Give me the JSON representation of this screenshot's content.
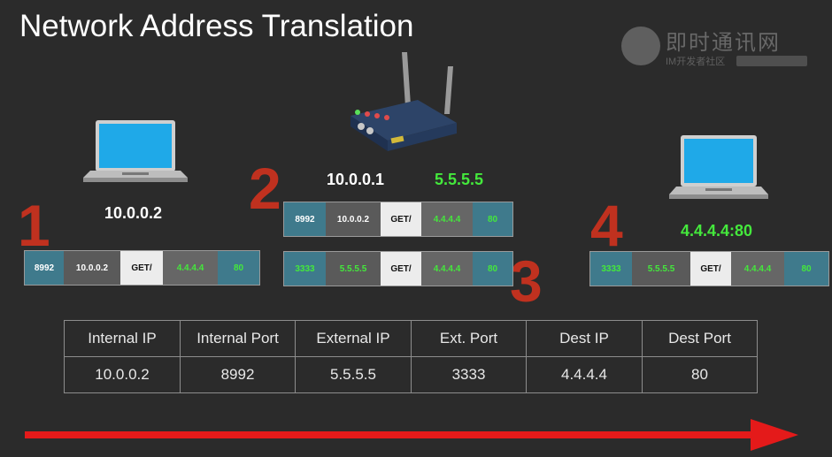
{
  "title": "Network Address Translation",
  "watermark": {
    "main": "即时通讯网",
    "sub": "IM开发者社区"
  },
  "steps": [
    "1",
    "2",
    "3",
    "4"
  ],
  "devices": {
    "left_laptop": {
      "icon": "laptop-icon",
      "ip": "10.0.0.2"
    },
    "router": {
      "icon": "router-icon",
      "internal_ip": "10.0.0.1",
      "external_ip": "5.5.5.5"
    },
    "right_laptop": {
      "icon": "laptop-icon",
      "ip": "4.4.4.4:80"
    }
  },
  "packets": {
    "p1": [
      "8992",
      "10.0.0.2",
      "GET/",
      "4.4.4.4",
      "80"
    ],
    "p2": [
      "8992",
      "10.0.0.2",
      "GET/",
      "4.4.4.4",
      "80"
    ],
    "p3": [
      "3333",
      "5.5.5.5",
      "GET/",
      "4.4.4.4",
      "80"
    ],
    "p4": [
      "3333",
      "5.5.5.5",
      "GET/",
      "4.4.4.4",
      "80"
    ]
  },
  "table": {
    "headers": [
      "Internal IP",
      "Internal Port",
      "External IP",
      "Ext. Port",
      "Dest IP",
      "Dest Port"
    ],
    "rows": [
      [
        "10.0.0.2",
        "8992",
        "5.5.5.5",
        "3333",
        "4.4.4.4",
        "80"
      ]
    ]
  },
  "colors": {
    "background": "#2b2b2b",
    "step": "#c0311f",
    "green": "#44e83c",
    "teal": "#3f7a8c",
    "arrow": "#e41a1a"
  }
}
